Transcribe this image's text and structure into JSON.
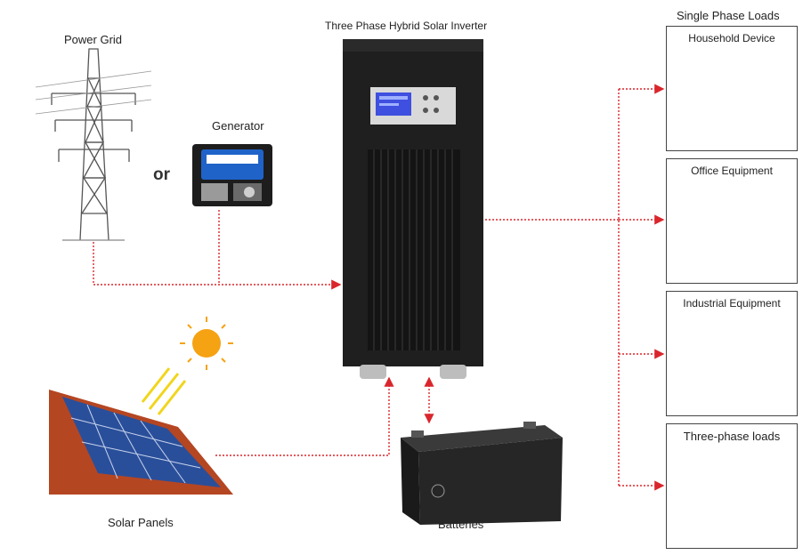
{
  "title": "Three Phase Hybrid Solar Inverter",
  "sources": {
    "power_grid": "Power Grid",
    "generator": "Generator",
    "or": "or",
    "solar_panels": "Solar Panels",
    "batteries": "Batteries"
  },
  "loads": {
    "header": "Single Phase Loads",
    "groups": [
      {
        "label": "Household Device"
      },
      {
        "label": "Office Equipment"
      },
      {
        "label": "Industrial Equipment"
      },
      {
        "label": "Three-phase loads"
      }
    ]
  },
  "colors": {
    "connector": "#d9262c",
    "inverter": "#1f1f1f",
    "lcd": "#3f4fe0",
    "sun": "#f5a213",
    "panel": "#2a4f9a"
  }
}
